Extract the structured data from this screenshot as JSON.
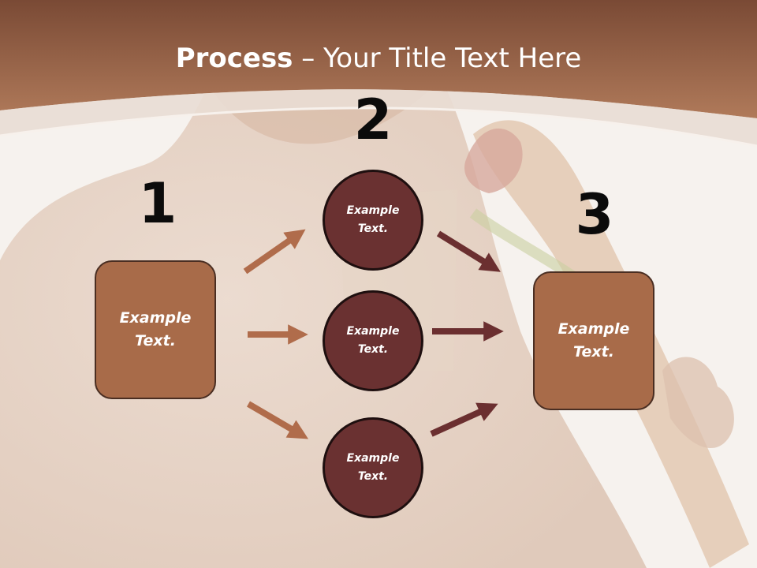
{
  "slide": {
    "title_bold": "Process",
    "title_rest": " – Your Title Text Here"
  },
  "steps": {
    "one": {
      "number": "1",
      "text": "Example\nText."
    },
    "two": {
      "number": "2"
    },
    "three": {
      "number": "3",
      "text": "Example\nText."
    }
  },
  "circles": [
    {
      "text": "Example\nText."
    },
    {
      "text": "Example\nText."
    },
    {
      "text": "Example\nText."
    }
  ],
  "colors": {
    "header": "#9b5e42",
    "box_fill": "#a86b49",
    "circle_fill": "#6a3131",
    "arrow_light": "#b06c4b",
    "arrow_dark": "#6b2f30"
  }
}
